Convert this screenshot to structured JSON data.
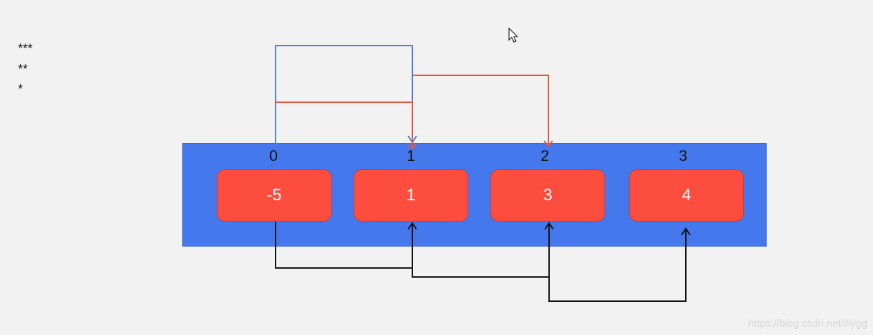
{
  "stars": [
    "***",
    "**",
    "*"
  ],
  "array": {
    "indices": [
      "0",
      "1",
      "2",
      "3"
    ],
    "values": [
      "-5",
      "1",
      "3",
      "4"
    ]
  },
  "colors": {
    "panel": "#4478ec",
    "cell": "#fd4d3e",
    "blue_arrow": "#4a7bef",
    "red_arrow": "#e8553e",
    "black_arrow": "#111111"
  },
  "icons": {
    "cursor": "mouse-pointer-icon"
  },
  "watermark": "https://blog.csdn.net/lllygg"
}
